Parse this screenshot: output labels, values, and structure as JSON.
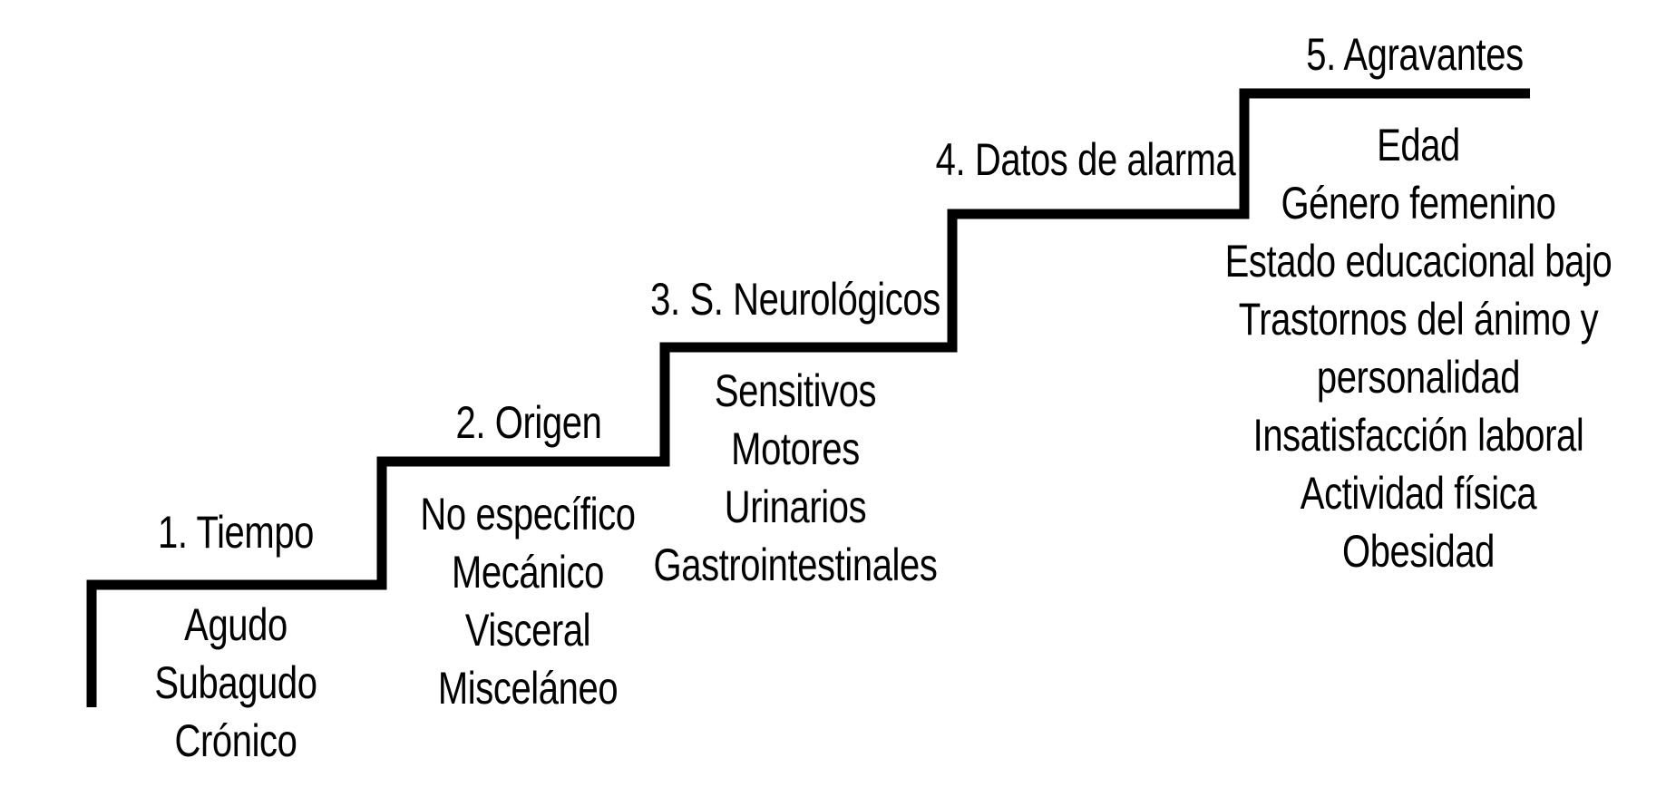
{
  "figure": {
    "background": "#ffffff",
    "line_color": "#000000",
    "text_color": "#000000",
    "steps": [
      {
        "label": "1. Tiempo",
        "items": [
          "Agudo",
          "Subagudo",
          "Crónico"
        ]
      },
      {
        "label": "2. Origen",
        "items": [
          "No específico",
          "Mecánico",
          "Visceral",
          "Misceláneo"
        ]
      },
      {
        "label": "3. S. Neurológicos",
        "items": [
          "Sensitivos",
          "Motores",
          "Urinarios",
          "Gastrointestinales"
        ]
      },
      {
        "label": "4. Datos de alarma",
        "items": []
      },
      {
        "label": "5. Agravantes",
        "items": [
          "Edad",
          "Género femenino",
          "Estado educacional bajo",
          "Trastornos del ánimo y personalidad",
          "Insatisfacción laboral",
          "Actividad física",
          "Obesidad"
        ]
      }
    ]
  }
}
